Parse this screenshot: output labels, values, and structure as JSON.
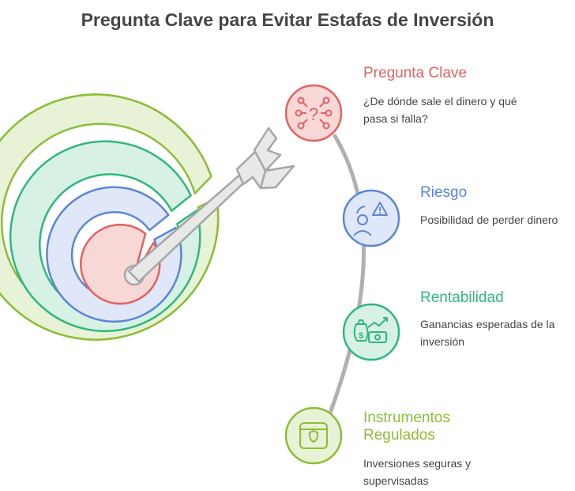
{
  "title": "Pregunta Clave para Evitar Estafas de Inversión",
  "colors": {
    "red": "#e26262",
    "blue": "#5b86d6",
    "teal": "#2fb87b",
    "green": "#8cbd36",
    "arrow": "#a6a6a6",
    "text": "#454545"
  },
  "items": [
    {
      "title": "Pregunta Clave",
      "description": "¿De dónde sale el dinero y qué pasa si falla?",
      "icon": "question-network-icon"
    },
    {
      "title": "Riesgo",
      "description": "Posibilidad de perder dinero",
      "icon": "person-warning-icon"
    },
    {
      "title": "Rentabilidad",
      "description": "Ganancias esperadas de la inversión",
      "icon": "money-growth-icon"
    },
    {
      "title": "Instrumentos Regulados",
      "description": "Inversiones seguras y supervisadas",
      "icon": "shield-document-icon"
    }
  ]
}
